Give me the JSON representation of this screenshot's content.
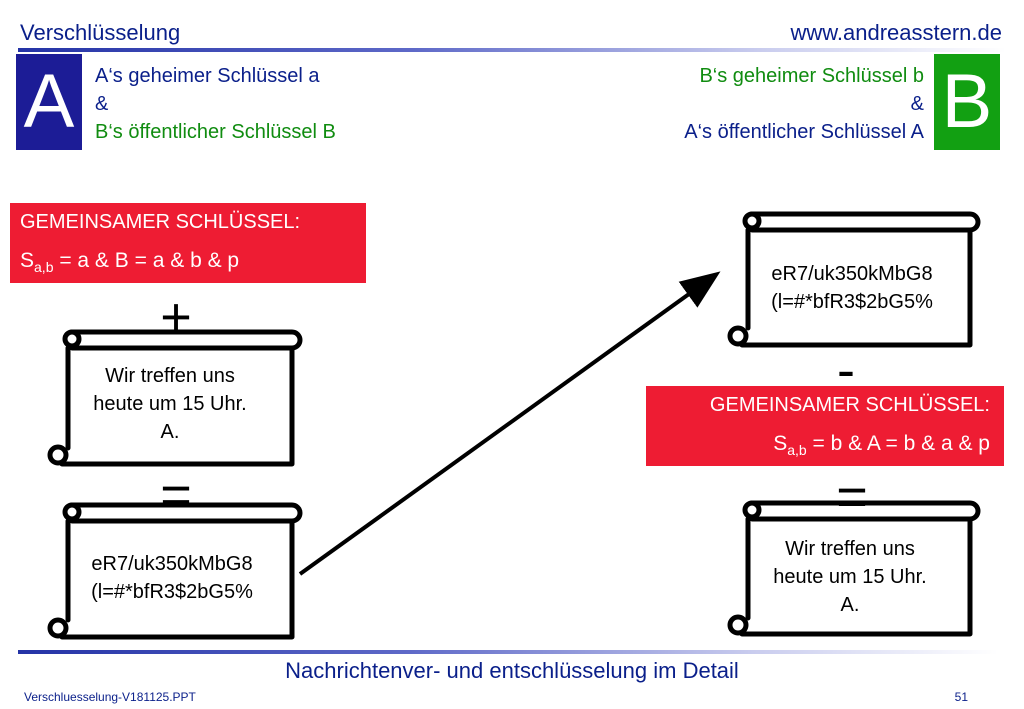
{
  "header": {
    "title": "Verschlüsselung",
    "url": "www.andreasstern.de"
  },
  "party_a": {
    "letter": "A",
    "key_line1": "A‘s geheimer Schlüssel a",
    "key_line2": "&",
    "key_line3": "B‘s öffentlicher Schlüssel B",
    "box_color": "#1c1c96"
  },
  "party_b": {
    "letter": "B",
    "key_line1": "B‘s geheimer Schlüssel b",
    "key_line2": "&",
    "key_line3": "A‘s öffentlicher Schlüssel A",
    "box_color": "#12a012"
  },
  "shared_key_a": {
    "title": "GEMEINSAMER SCHLÜSSEL:",
    "symbol": "S",
    "subscript": "a,b",
    "formula": " = a & B = a & b & p",
    "color": "#ee1c33"
  },
  "shared_key_b": {
    "title": "GEMEINSAMER SCHLÜSSEL:",
    "symbol": "S",
    "subscript": "a,b",
    "formula": " = b & A = b & a & p",
    "color": "#ee1c33"
  },
  "operators": {
    "plus": "+",
    "equals_a": "=",
    "minus": "-",
    "equals_b": "="
  },
  "scroll_a_plain": {
    "line1": "Wir treffen uns",
    "line2": "heute um 15 Uhr.",
    "line3": "A."
  },
  "scroll_a_cipher": {
    "line1": "eR7/uk350kMbG8",
    "line2": "(l=#*bfR3$2bG5%"
  },
  "scroll_b_cipher": {
    "line1": "eR7/uk350kMbG8",
    "line2": "(l=#*bfR3$2bG5%"
  },
  "scroll_b_plain": {
    "line1": "Wir treffen uns",
    "line2": "heute um 15 Uhr.",
    "line3": "A."
  },
  "footer": {
    "title": "Nachrichtenver- und entschlüsselung im Detail",
    "file": "Verschluesselung-V181125.PPT",
    "page": "51"
  }
}
